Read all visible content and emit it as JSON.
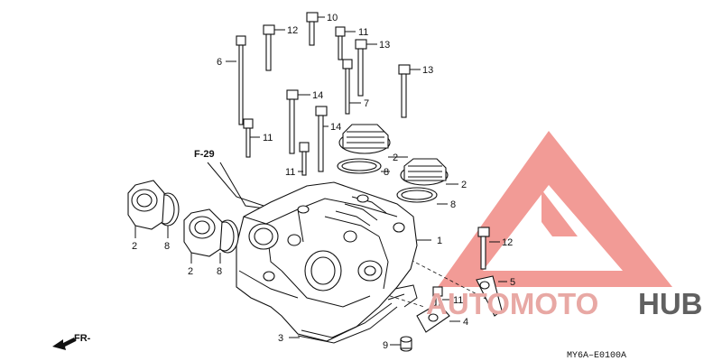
{
  "diagram": {
    "callouts": [
      {
        "id": "c1",
        "text": "1"
      },
      {
        "id": "c2a",
        "text": "2"
      },
      {
        "id": "c2b",
        "text": "2"
      },
      {
        "id": "c2c",
        "text": "2"
      },
      {
        "id": "c2d",
        "text": "2"
      },
      {
        "id": "c3",
        "text": "3"
      },
      {
        "id": "c4",
        "text": "4"
      },
      {
        "id": "c5",
        "text": "5"
      },
      {
        "id": "c6",
        "text": "6"
      },
      {
        "id": "c7",
        "text": "7"
      },
      {
        "id": "c8a",
        "text": "8"
      },
      {
        "id": "c8b",
        "text": "8"
      },
      {
        "id": "c8c",
        "text": "8"
      },
      {
        "id": "c8d",
        "text": "8"
      },
      {
        "id": "c9",
        "text": "9"
      },
      {
        "id": "c10",
        "text": "10"
      },
      {
        "id": "c11a",
        "text": "11"
      },
      {
        "id": "c11b",
        "text": "11"
      },
      {
        "id": "c11c",
        "text": "11"
      },
      {
        "id": "c11d",
        "text": "11"
      },
      {
        "id": "c12a",
        "text": "12"
      },
      {
        "id": "c12b",
        "text": "12"
      },
      {
        "id": "c13a",
        "text": "13"
      },
      {
        "id": "c13b",
        "text": "13"
      },
      {
        "id": "c14a",
        "text": "14"
      },
      {
        "id": "c14b",
        "text": "14"
      }
    ],
    "reference_label": "F-29",
    "direction_label": "FR-",
    "diagram_code": "MY6A–E0100A"
  },
  "watermark": {
    "part1": "AUTOMOTO",
    "part2": "HUB",
    "colors": {
      "triangle": "#f08a84",
      "text_red": "#e8a8a4",
      "text_dark": "#606060"
    }
  }
}
